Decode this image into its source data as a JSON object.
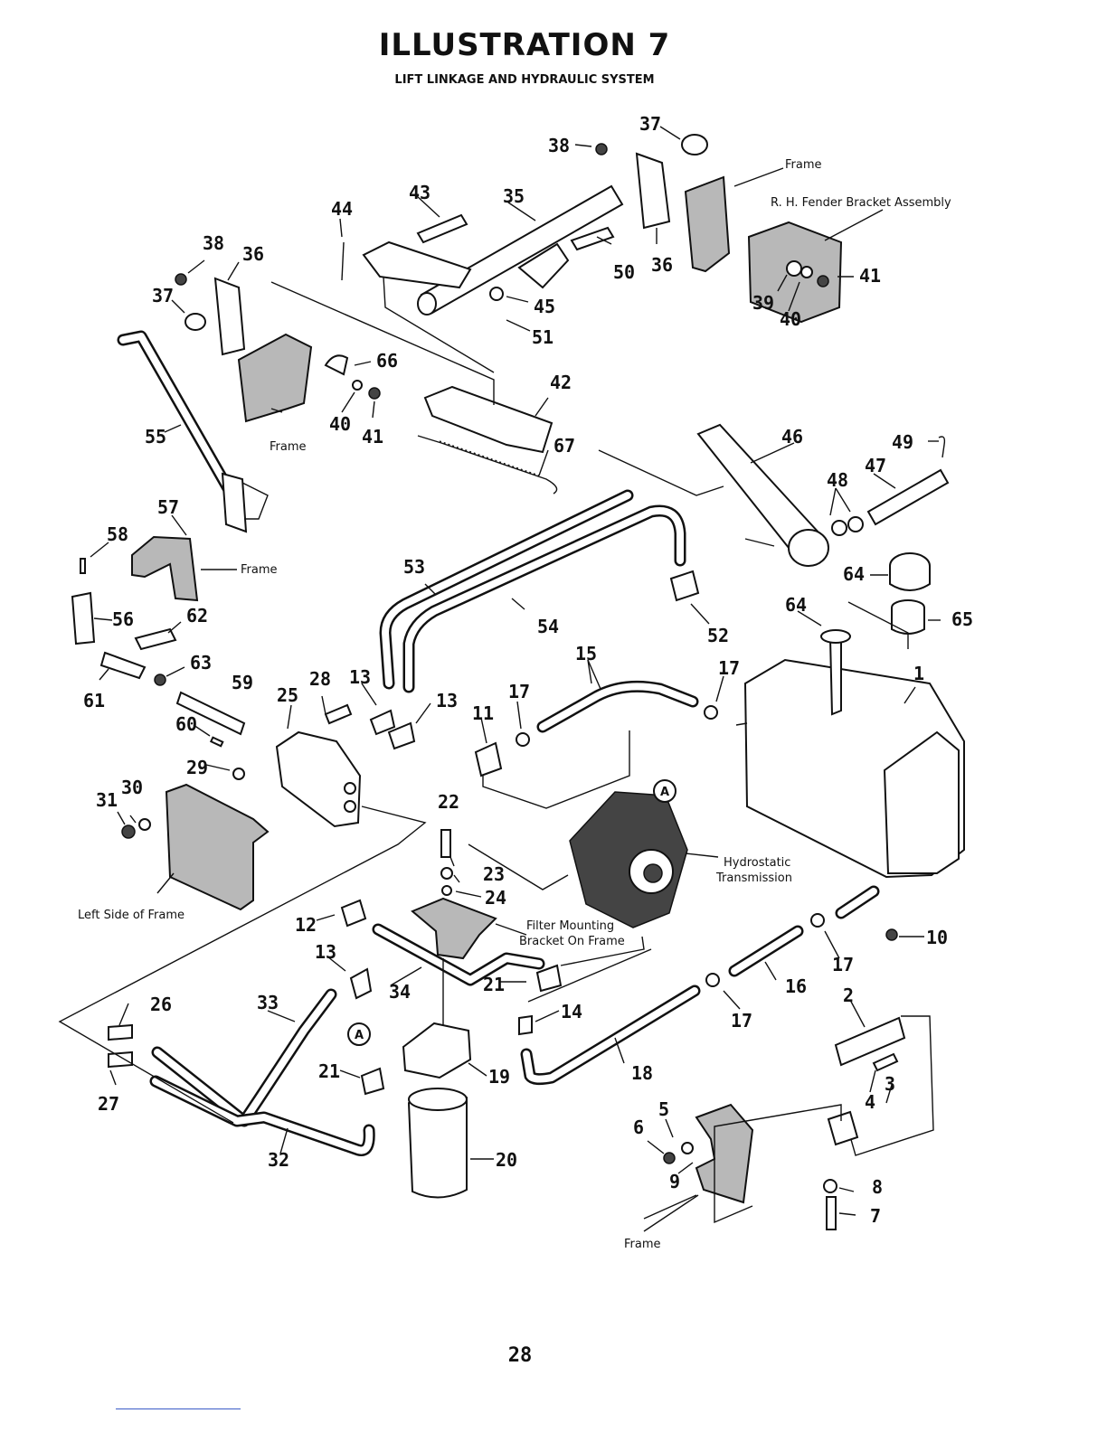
{
  "title": "ILLUSTRATION 7",
  "subtitle": "LIFT LINKAGE AND HYDRAULIC SYSTEM",
  "page_number": "28",
  "text_labels": {
    "frame": "Frame",
    "rh_fender_bracket": "R. H. Fender Bracket Assembly",
    "left_side_frame": "Left Side of Frame",
    "hydrostatic": "Hydrostatic",
    "transmission": "Transmission",
    "filter_mounting": "Filter Mounting",
    "bracket_on_frame": "Bracket On Frame",
    "ref_a": "A"
  },
  "callouts": [
    "1",
    "2",
    "3",
    "4",
    "5",
    "6",
    "7",
    "8",
    "9",
    "10",
    "11",
    "12",
    "13",
    "13",
    "14",
    "15",
    "16",
    "17",
    "17",
    "17",
    "17",
    "18",
    "19",
    "20",
    "21",
    "21",
    "22",
    "23",
    "24",
    "25",
    "26",
    "27",
    "28",
    "29",
    "30",
    "31",
    "32",
    "33",
    "34",
    "35",
    "36",
    "36",
    "37",
    "37",
    "38",
    "38",
    "39",
    "40",
    "40",
    "41",
    "41",
    "42",
    "43",
    "44",
    "45",
    "46",
    "47",
    "48",
    "49",
    "50",
    "51",
    "52",
    "53",
    "54",
    "55",
    "56",
    "57",
    "58",
    "59",
    "60",
    "61",
    "62",
    "63",
    "64",
    "64",
    "65",
    "66",
    "67"
  ]
}
